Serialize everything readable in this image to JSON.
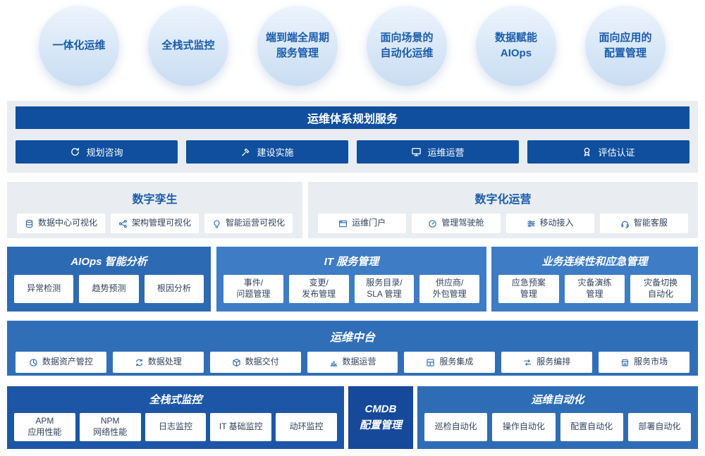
{
  "colors": {
    "dark_blue": "#0f4f9e",
    "mid_blue": "#306fb8",
    "panel_blue": "#3e7cc5",
    "deep_blue": "#1d56a6",
    "cmdb_blue": "#16499a",
    "light_gray": "#e9edf1",
    "title_blue": "#1b5cad",
    "chip_text": "#31425f",
    "bubble_fill": "#d8e7f7"
  },
  "bubbles": [
    "一体化运维",
    "全栈式监控",
    "端到端全周期\n服务管理",
    "面向场景的\n自动化运维",
    "数据赋能\nAIOps",
    "面向应用的\n配置管理"
  ],
  "planning": {
    "title": "运维体系规划服务",
    "items": [
      {
        "label": "规划咨询",
        "icon": "cycle-icon"
      },
      {
        "label": "建设实施",
        "icon": "hammer-icon"
      },
      {
        "label": "运维运营",
        "icon": "monitor-icon"
      },
      {
        "label": "评估认证",
        "icon": "badge-icon"
      }
    ]
  },
  "digital_twin": {
    "title": "数字孪生",
    "items": [
      {
        "label": "数据中心可视化",
        "icon": "database-icon"
      },
      {
        "label": "架构管理可视化",
        "icon": "topology-icon"
      },
      {
        "label": "智能运营可视化",
        "icon": "bulb-icon"
      }
    ]
  },
  "digital_ops": {
    "title": "数字化运营",
    "items": [
      {
        "label": "运维门户",
        "icon": "window-icon"
      },
      {
        "label": "管理驾驶舱",
        "icon": "gauge-icon"
      },
      {
        "label": "移动接入",
        "icon": "sliders-icon"
      },
      {
        "label": "智能客服",
        "icon": "headset-icon"
      }
    ]
  },
  "analysis": [
    {
      "title": "AIOps 智能分析",
      "items": [
        "异常检测",
        "趋势预测",
        "根因分析"
      ]
    },
    {
      "title": "IT 服务管理",
      "items": [
        "事件/\n问题管理",
        "变更/\n发布管理",
        "服务目录/\nSLA 管理",
        "供应商/\n外包管理"
      ]
    },
    {
      "title": "业务连续性和应急管理",
      "items": [
        "应急预案\n管理",
        "灾备演练\n管理",
        "灾备切换\n自动化"
      ]
    }
  ],
  "middle_platform": {
    "title": "运维中台",
    "items": [
      {
        "label": "数据资产管控",
        "icon": "clock-icon"
      },
      {
        "label": "数据处理",
        "icon": "process-icon"
      },
      {
        "label": "数据交付",
        "icon": "package-icon"
      },
      {
        "label": "数据运营",
        "icon": "bar-chart-icon"
      },
      {
        "label": "服务集成",
        "icon": "grid-icon"
      },
      {
        "label": "服务编排",
        "icon": "shuffle-icon"
      },
      {
        "label": "服务市场",
        "icon": "store-icon"
      }
    ]
  },
  "monitoring": {
    "title": "全栈式监控",
    "items": [
      "APM\n应用性能",
      "NPM\n网络性能",
      "日志监控",
      "IT 基础监控",
      "动环监控"
    ]
  },
  "cmdb": {
    "title": "CMDB\n配置管理"
  },
  "automation": {
    "title": "运维自动化",
    "items": [
      "巡检自动化",
      "操作自动化",
      "配置自动化",
      "部署自动化"
    ]
  }
}
